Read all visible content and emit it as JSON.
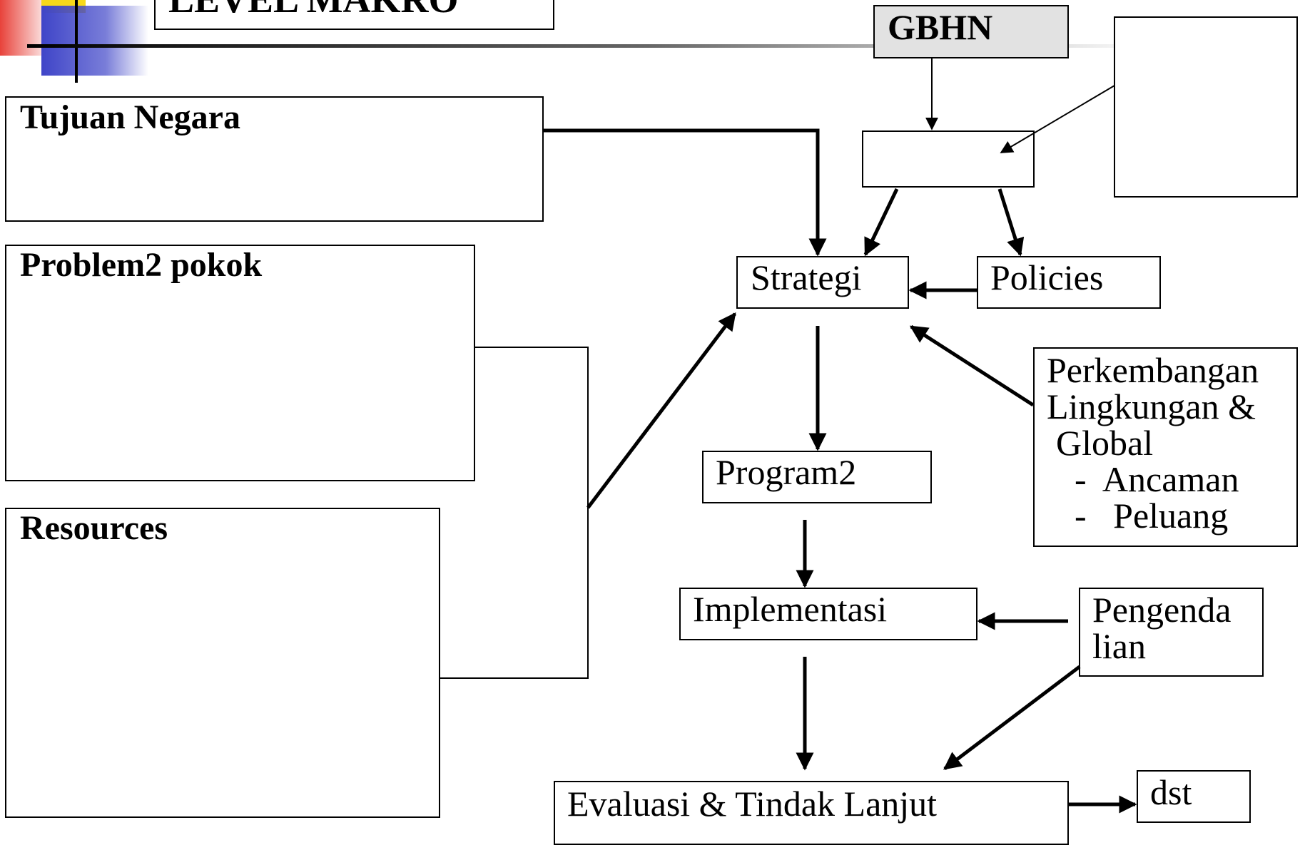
{
  "title": "LEVEL MAKRO",
  "gbhn": "GBHN",
  "tujuan_negara": "Tujuan Negara",
  "problem_pokok": "Problem2 pokok",
  "resources": "Resources",
  "strategi": "Strategi",
  "policies": "Policies",
  "program": "Program2",
  "implementasi": "Implementasi",
  "evaluasi": "Evaluasi & Tindak Lanjut",
  "dst": "dst",
  "perkembangan": {
    "line1": "Perkembangan",
    "line2": "Lingkungan &",
    "line3": "Global",
    "item1": "-  Ancaman",
    "item2": "-   Peluang"
  },
  "pengendalian": {
    "line1": "Pengenda",
    "line2": "lian"
  },
  "colors": {
    "logo_red": "#e8423a",
    "logo_yellow": "#f7d81a",
    "logo_blue": "#3f45c8",
    "header_rule": "#000000",
    "gbhn_fill": "#e2e2e2"
  }
}
